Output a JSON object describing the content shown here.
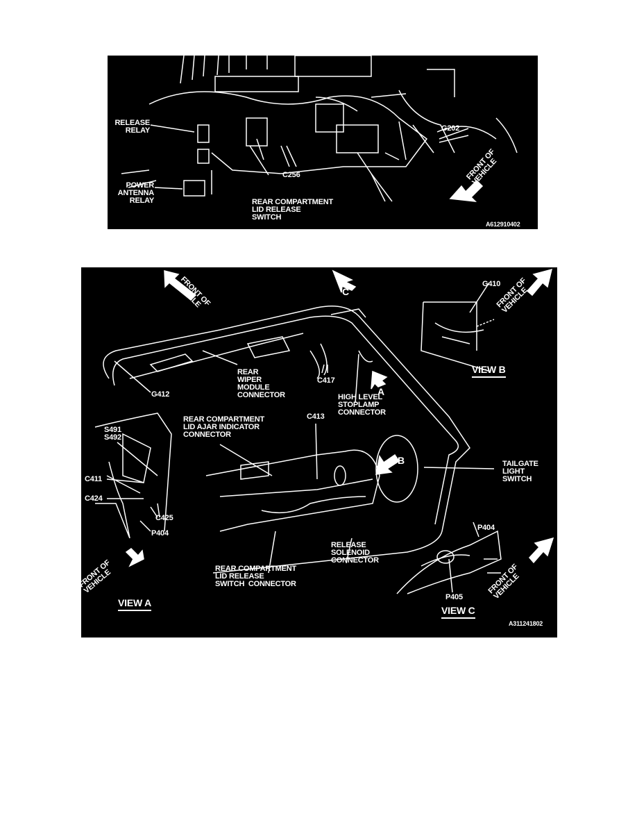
{
  "figure1": {
    "labels": {
      "release_relay": "RELEASE\nRELAY",
      "power_antenna_relay": "POWER\nANTENNA\nRELAY",
      "c256": "C256",
      "switch": "REAR COMPARTMENT\nLID RELEASE\nSWITCH",
      "g202": "G202",
      "front_of_vehicle": "FRONT OF\nVEHICLE"
    },
    "code": "A612910402"
  },
  "figure2": {
    "labels": {
      "front_tl": "FRONT OF\nVEHICLE",
      "c": "C",
      "g410": "G410",
      "front_tr": "FRONT OF\nVEHICLE",
      "view_b": "VIEW B",
      "g412": "G412",
      "rear_wiper": "REAR\nWIPER\nMODULE\nCONNECTOR",
      "c417": "C417",
      "a": "A",
      "stoplamp": "HIGH LEVEL\nSTOPLAMP\nCONNECTOR",
      "c413": "C413",
      "lid_ajar": "REAR COMPARTMENT\nLID AJAR INDICATOR\nCONNECTOR",
      "s491": "S491\nS492",
      "c411": "C411",
      "c424": "C424",
      "c425": "C425",
      "p404_a": "P404",
      "b": "B",
      "tailgate": "TAILGATE\nLIGHT\nSWITCH",
      "release_solenoid": "RELEASE\nSOLENOID\nCONNECTOR",
      "lid_release_switch": "REAR COMPARTMENT\nLID RELEASE\nSWITCH  CONNECTOR",
      "p404_c": "P404",
      "p405": "P405",
      "view_c": "VIEW C",
      "front_bl": "FRONT OF\nVEHICLE",
      "view_a": "VIEW A",
      "front_br": "FRONT OF\nVEHICLE"
    },
    "code": "A311241802"
  }
}
